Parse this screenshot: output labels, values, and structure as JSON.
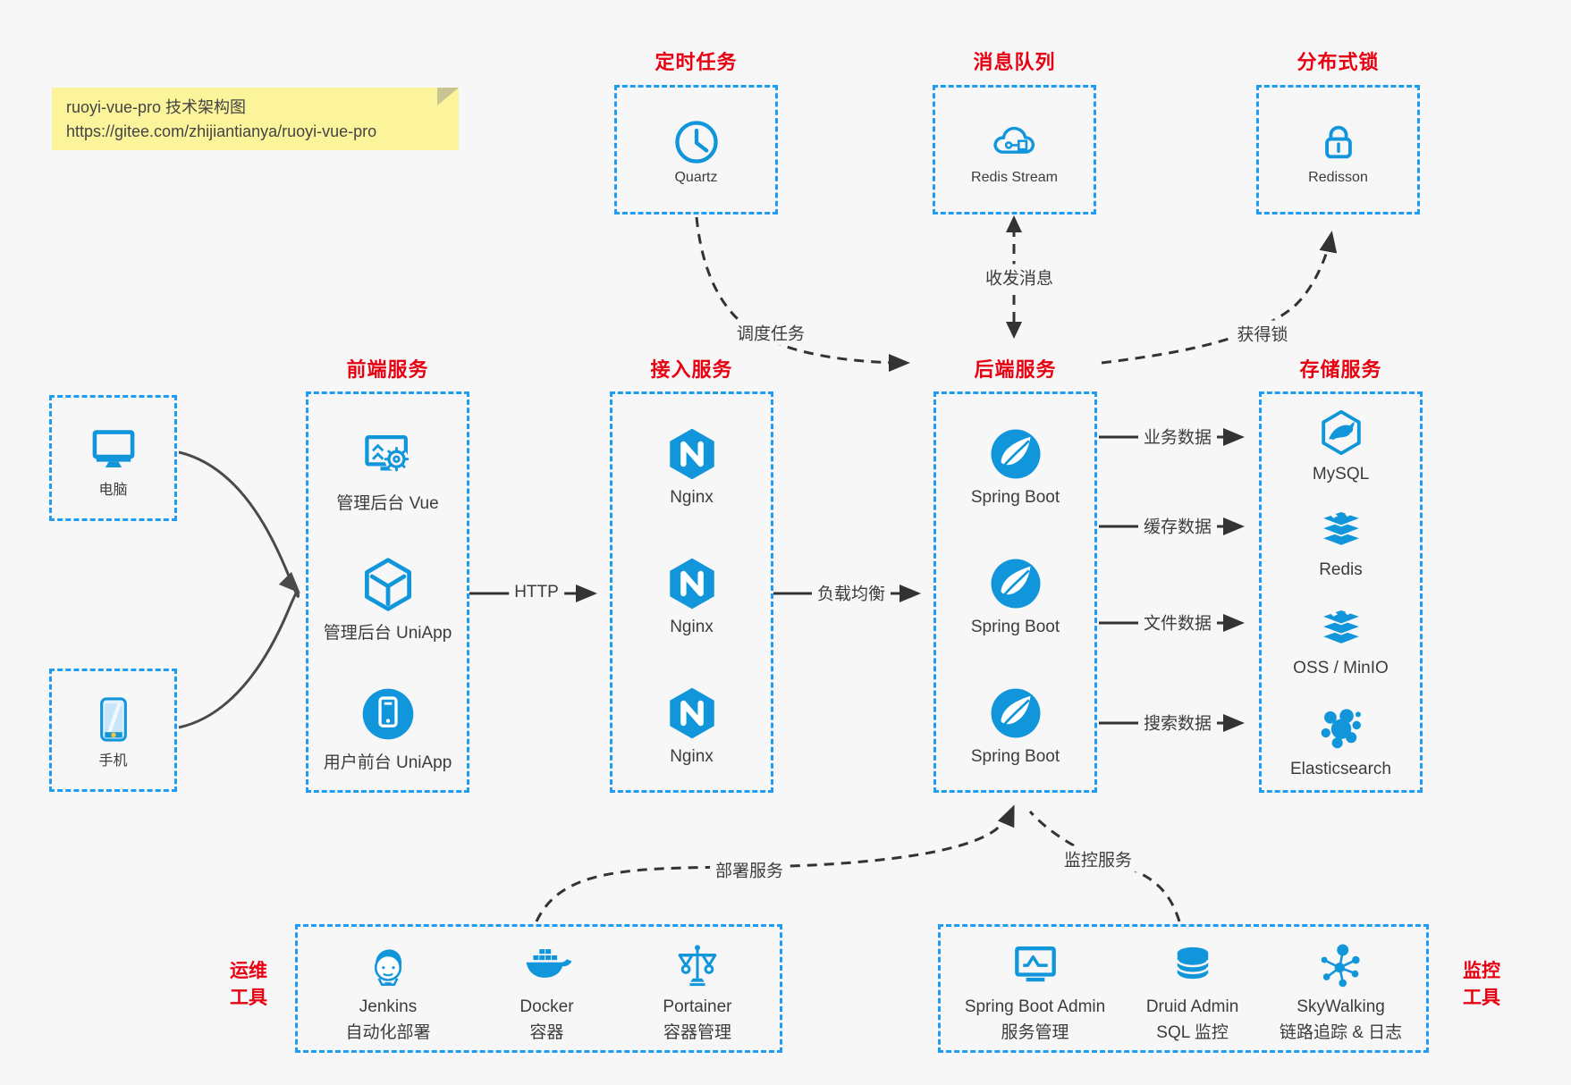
{
  "note": {
    "line1": "ruoyi-vue-pro 技术架构图",
    "line2": "https://gitee.com/zhijiantianya/ruoyi-vue-pro"
  },
  "top_services": [
    {
      "title": "定时任务",
      "label": "Quartz",
      "icon": "clock-icon"
    },
    {
      "title": "消息队列",
      "label": "Redis Stream",
      "icon": "cloud-mq-icon"
    },
    {
      "title": "分布式锁",
      "label": "Redisson",
      "icon": "lock-icon"
    }
  ],
  "clients": [
    {
      "label": "电脑",
      "icon": "desktop-icon"
    },
    {
      "label": "手机",
      "icon": "phone-icon"
    }
  ],
  "columns": {
    "frontend": {
      "title": "前端服务",
      "items": [
        {
          "label": "管理后台 Vue",
          "icon": "admin-vue-icon"
        },
        {
          "label": "管理后台 UniApp",
          "icon": "uniapp-cube-icon"
        },
        {
          "label": "用户前台 UniApp",
          "icon": "user-uniapp-icon"
        }
      ]
    },
    "access": {
      "title": "接入服务",
      "items": [
        {
          "label": "Nginx",
          "icon": "nginx-icon"
        },
        {
          "label": "Nginx",
          "icon": "nginx-icon"
        },
        {
          "label": "Nginx",
          "icon": "nginx-icon"
        }
      ]
    },
    "backend": {
      "title": "后端服务",
      "items": [
        {
          "label": "Spring Boot",
          "icon": "spring-leaf-icon"
        },
        {
          "label": "Spring Boot",
          "icon": "spring-leaf-icon"
        },
        {
          "label": "Spring Boot",
          "icon": "spring-leaf-icon"
        }
      ]
    },
    "storage": {
      "title": "存储服务",
      "items": [
        {
          "label": "MySQL",
          "icon": "mysql-icon"
        },
        {
          "label": "Redis",
          "icon": "redis-stack-icon"
        },
        {
          "label": "OSS / MinIO",
          "icon": "oss-stack-icon"
        },
        {
          "label": "Elasticsearch",
          "icon": "elasticsearch-icon"
        }
      ]
    }
  },
  "toolboxes": {
    "ops": {
      "side_line1": "运维",
      "side_line2": "工具",
      "items": [
        {
          "name": "Jenkins",
          "desc": "自动化部署",
          "icon": "jenkins-icon"
        },
        {
          "name": "Docker",
          "desc": "容器",
          "icon": "docker-icon"
        },
        {
          "name": "Portainer",
          "desc": "容器管理",
          "icon": "portainer-icon"
        }
      ]
    },
    "monitor": {
      "side_line1": "监控",
      "side_line2": "工具",
      "items": [
        {
          "name": "Spring Boot Admin",
          "desc": "服务管理",
          "icon": "monitor-chart-icon"
        },
        {
          "name": "Druid Admin",
          "desc": "SQL 监控",
          "icon": "database-icon"
        },
        {
          "name": "SkyWalking",
          "desc": "链路追踪 & 日志",
          "icon": "skywalking-icon"
        }
      ]
    }
  },
  "edge_labels": {
    "http": "HTTP",
    "load_balance": "负载均衡",
    "schedule": "调度任务",
    "message": "收发消息",
    "lock": "获得锁",
    "business_data": "业务数据",
    "cache_data": "缓存数据",
    "file_data": "文件数据",
    "search_data": "搜索数据",
    "deploy": "部署服务",
    "monitor": "监控服务"
  },
  "colors": {
    "blue": "#1296db",
    "border_blue": "#1e9bf2",
    "red": "#e60012",
    "ink": "#3c3c3c",
    "arrow_dark": "#333333",
    "arrow_gray": "#4a4a4a",
    "note_bg": "#fbf49b",
    "background": "#f7f7f7",
    "accent_yellow": "#ffc233"
  }
}
